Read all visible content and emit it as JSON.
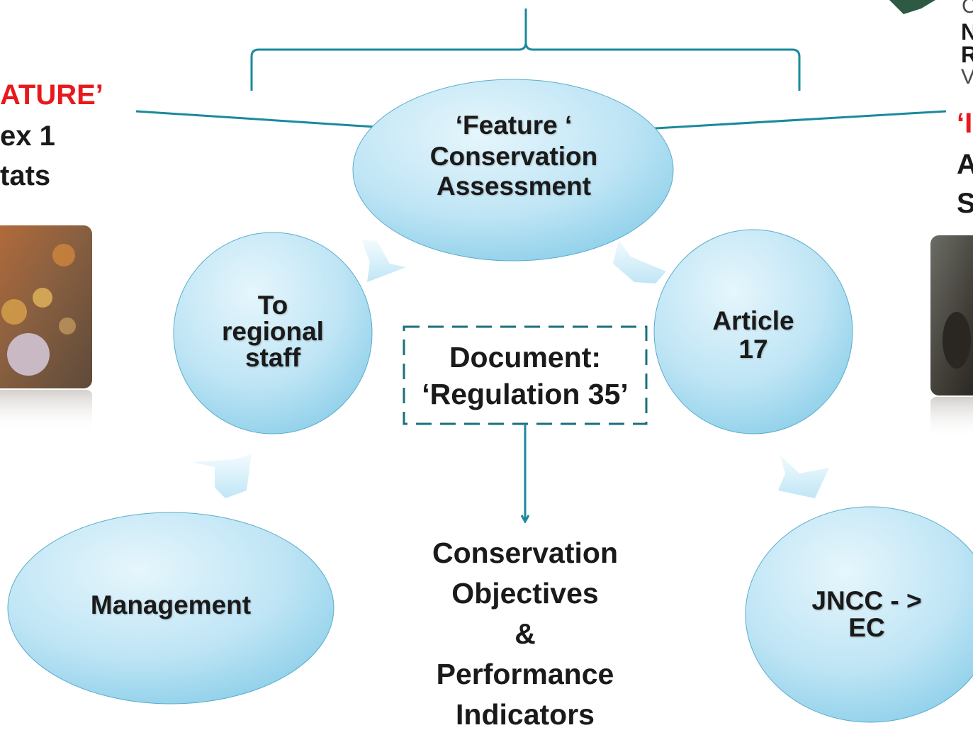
{
  "central_node": {
    "line1": "‘Feature ‘",
    "line2": "Conservation",
    "line3": "Assessment"
  },
  "regional_node": {
    "line1": "To",
    "line2": "regional",
    "line3": "staff"
  },
  "article_node": {
    "line1": "Article",
    "line2": "17"
  },
  "management_node": {
    "label": "Management"
  },
  "jncc_node": {
    "line1": "JNCC - >",
    "line2": "EC"
  },
  "document_box": {
    "line1": "Document:",
    "line2": "‘Regulation 35’"
  },
  "objectives": {
    "line1": "Conservation",
    "line2": "Objectives",
    "line3": "&",
    "line4": "Performance",
    "line5": "Indicators"
  },
  "left_panel": {
    "heading": "ATURE’",
    "line1": "ex 1",
    "line2": "tats"
  },
  "right_panel": {
    "heading": "‘I",
    "line1": "A",
    "line2": "S"
  },
  "logo_letters": {
    "c": "C",
    "n": "N",
    "r": "R",
    "v": "V"
  },
  "colors": {
    "teal": "#1a8a9c",
    "node_top": "#cdeaf6",
    "node_bottom": "#8fd0ea",
    "red": "#e8191c",
    "logo_green": "#2e5a44"
  },
  "icons": [
    "bracket",
    "connector-arrow",
    "chevron-arrow",
    "reef-photo",
    "animal-photo",
    "logo-shape"
  ]
}
